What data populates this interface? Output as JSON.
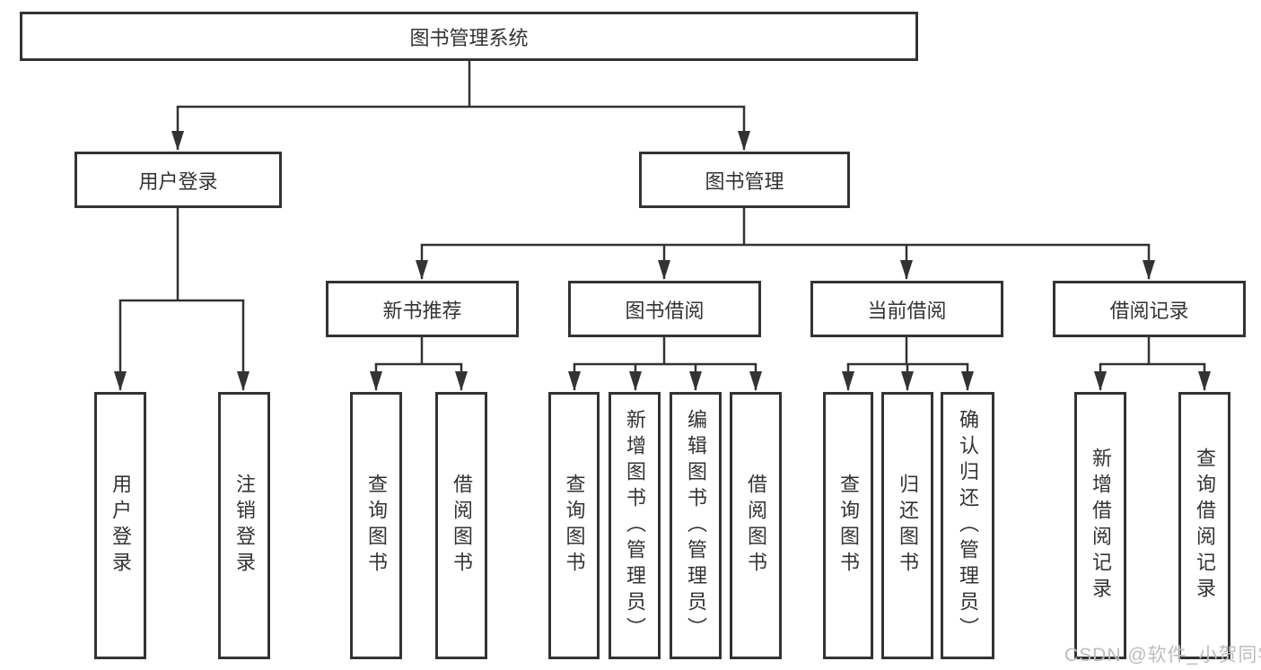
{
  "colors": {
    "line": "#333333",
    "box_border": "#333333",
    "text": "#333333",
    "watermark": "#bdbdbd"
  },
  "watermark": {
    "text": "CSDN @软件_小贺同学"
  },
  "tree": {
    "label": "图书管理系统",
    "children": [
      {
        "label": "用户登录",
        "children": [
          {
            "label": "用户登录"
          },
          {
            "label": "注销登录"
          }
        ]
      },
      {
        "label": "图书管理",
        "children": [
          {
            "label": "新书推荐",
            "children": [
              {
                "label": "查询图书"
              },
              {
                "label": "借阅图书"
              }
            ]
          },
          {
            "label": "图书借阅",
            "children": [
              {
                "label": "查询图书"
              },
              {
                "label": "新增图书（管理员）"
              },
              {
                "label": "编辑图书（管理员）"
              },
              {
                "label": "借阅图书"
              }
            ]
          },
          {
            "label": "当前借阅",
            "children": [
              {
                "label": "查询图书"
              },
              {
                "label": "归还图书"
              },
              {
                "label": "确认归还（管理员）"
              }
            ]
          },
          {
            "label": "借阅记录",
            "children": [
              {
                "label": "新增借阅记录"
              },
              {
                "label": "查询借阅记录"
              }
            ]
          }
        ]
      }
    ]
  }
}
